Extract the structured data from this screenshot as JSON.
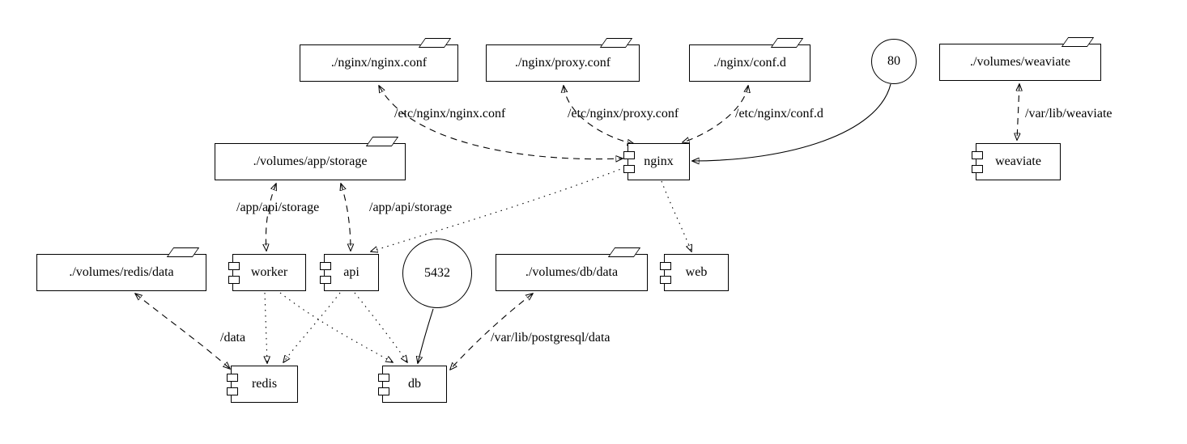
{
  "diagram": {
    "nodes": {
      "nginx_conf": {
        "label": "./nginx/nginx.conf",
        "type": "volume-folder"
      },
      "proxy_conf": {
        "label": "./nginx/proxy.conf",
        "type": "volume-folder"
      },
      "conf_d": {
        "label": "./nginx/conf.d",
        "type": "volume-folder"
      },
      "port_80": {
        "label": "80",
        "type": "port-circle"
      },
      "volumes_weaviate": {
        "label": "./volumes/weaviate",
        "type": "volume-folder"
      },
      "volumes_app_storage": {
        "label": "./volumes/app/storage",
        "type": "volume-folder"
      },
      "nginx": {
        "label": "nginx",
        "type": "service-component"
      },
      "weaviate": {
        "label": "weaviate",
        "type": "service-component"
      },
      "volumes_redis_data": {
        "label": "./volumes/redis/data",
        "type": "volume-folder"
      },
      "worker": {
        "label": "worker",
        "type": "service-component"
      },
      "api": {
        "label": "api",
        "type": "service-component"
      },
      "port_5432": {
        "label": "5432",
        "type": "port-circle"
      },
      "volumes_db_data": {
        "label": "./volumes/db/data",
        "type": "volume-folder"
      },
      "web": {
        "label": "web",
        "type": "service-component"
      },
      "redis": {
        "label": "redis",
        "type": "service-component"
      },
      "db": {
        "label": "db",
        "type": "service-component"
      }
    },
    "edge_labels": {
      "nginx_conf_mount": "/etc/nginx/nginx.conf",
      "proxy_conf_mount": "/etc/nginx/proxy.conf",
      "conf_d_mount": "/etc/nginx/conf.d",
      "weaviate_mount": "/var/lib/weaviate",
      "worker_storage_mount": "/app/api/storage",
      "api_storage_mount": "/app/api/storage",
      "redis_mount": "/data",
      "db_mount": "/var/lib/postgresql/data"
    },
    "colors": {
      "stroke": "#000000",
      "background": "#ffffff"
    }
  }
}
